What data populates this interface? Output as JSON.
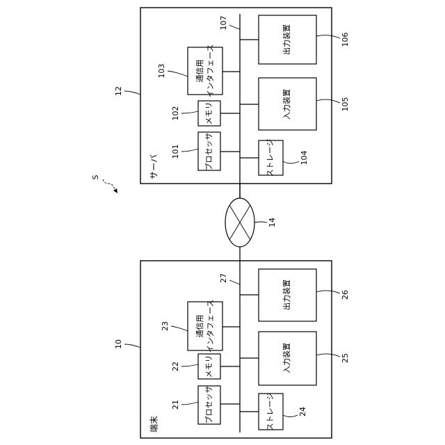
{
  "system_label": "S",
  "network": {
    "ref": "14"
  },
  "server": {
    "title": "サーバ",
    "ref": "12",
    "bus_ref": "107",
    "processor": {
      "label": "プロセッサ",
      "ref": "101"
    },
    "memory": {
      "label": "メモリ",
      "ref": "102"
    },
    "comm_interface": {
      "label_line1": "通信用",
      "label_line2": "インタフェース",
      "ref": "103"
    },
    "storage": {
      "label": "ストレージ",
      "ref": "104"
    },
    "input_device": {
      "label": "入力装置",
      "ref": "105"
    },
    "output_device": {
      "label": "出力装置",
      "ref": "106"
    }
  },
  "terminal": {
    "title": "端末",
    "ref": "10",
    "bus_ref": "27",
    "processor": {
      "label": "プロセッサ",
      "ref": "21"
    },
    "memory": {
      "label": "メモリ",
      "ref": "22"
    },
    "comm_interface": {
      "label_line1": "通信用",
      "label_line2": "インタフェース",
      "ref": "23"
    },
    "storage": {
      "label": "ストレージ",
      "ref": "24"
    },
    "input_device": {
      "label": "入力装置",
      "ref": "25"
    },
    "output_device": {
      "label": "出力装置",
      "ref": "26"
    }
  }
}
